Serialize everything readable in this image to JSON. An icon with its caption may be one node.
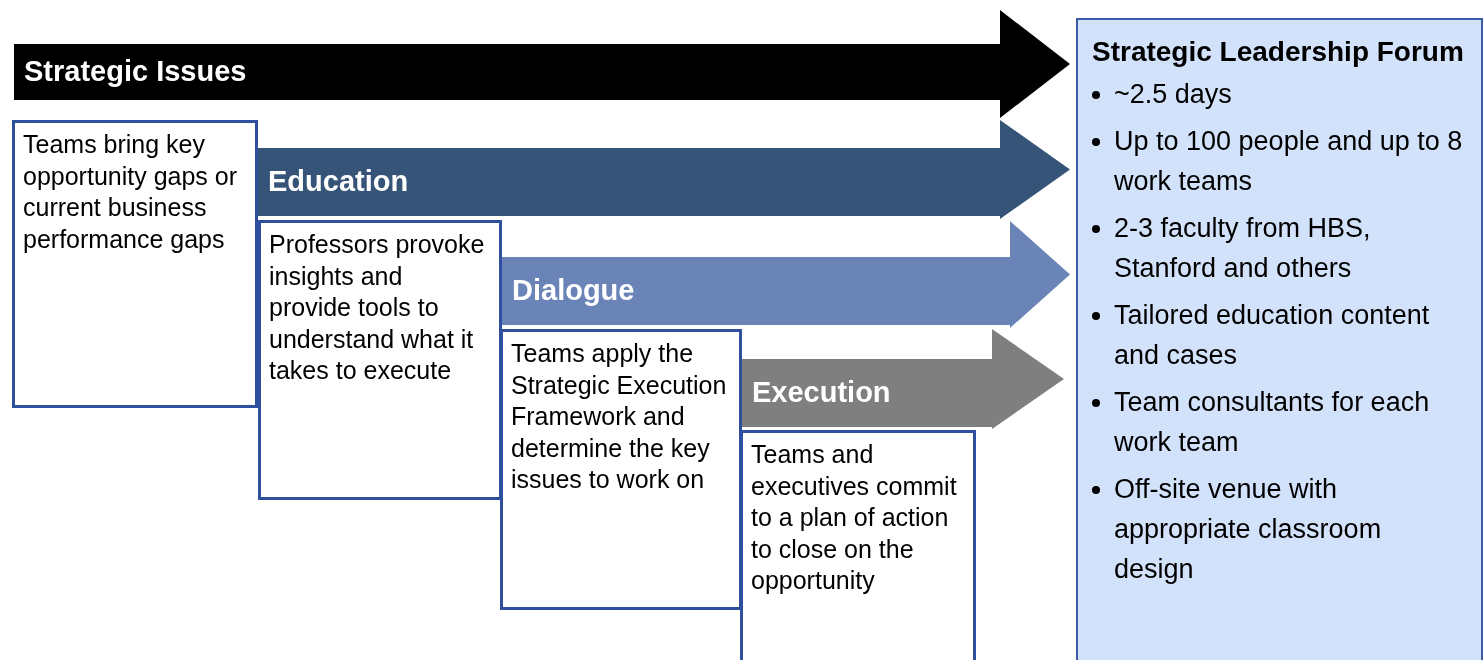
{
  "diagram": {
    "nodes": [
      {
        "text": [
          "Strategic Issues"
        ]
      },
      {
        "text": [
          "Teams bring key opportunity gaps or current business performance gaps"
        ]
      },
      {
        "text": [
          "Education"
        ]
      },
      {
        "text": [
          "Professors provoke insights and provide tools to understand what it takes to execute"
        ]
      },
      {
        "text": [
          "Dialogue"
        ]
      },
      {
        "text": [
          "Teams apply the Strategic Execution Framework and determine the key issues to work on"
        ]
      },
      {
        "text": [
          "Execution"
        ]
      },
      {
        "text": [
          "Teams and executives commit to a plan of action to close on the opportunity"
        ]
      },
      {
        "text": [
          "Strategic Leadership Forum",
          "~2.5 days",
          "Up to 100 people and up to 8 work teams",
          "2-3 faculty from HBS, Stanford and others",
          "Tailored education content and cases",
          "Team consultants for each work team",
          "Off-site venue with appropriate classroom design"
        ]
      }
    ]
  }
}
